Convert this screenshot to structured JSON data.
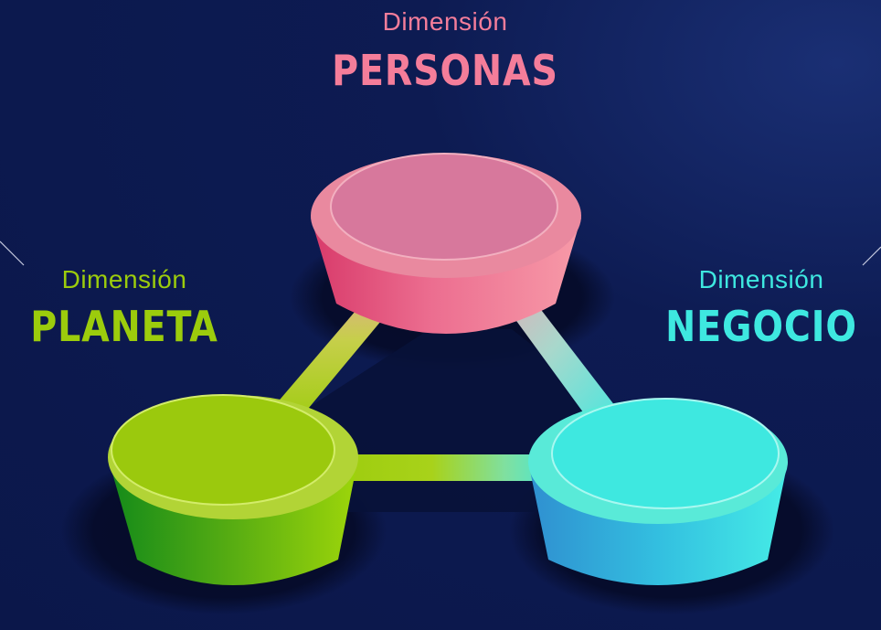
{
  "colors": {
    "background": "#0c1a4e",
    "personas": "#f47d9a",
    "planeta": "#9ccc0c",
    "negocio": "#3ee8e0"
  },
  "dimensions": {
    "personas": {
      "prefix": "Dimensión",
      "name": "PERSONAS"
    },
    "planeta": {
      "prefix": "Dimensión",
      "name": "PLANETA"
    },
    "negocio": {
      "prefix": "Dimensión",
      "name": "NEGOCIO"
    }
  }
}
